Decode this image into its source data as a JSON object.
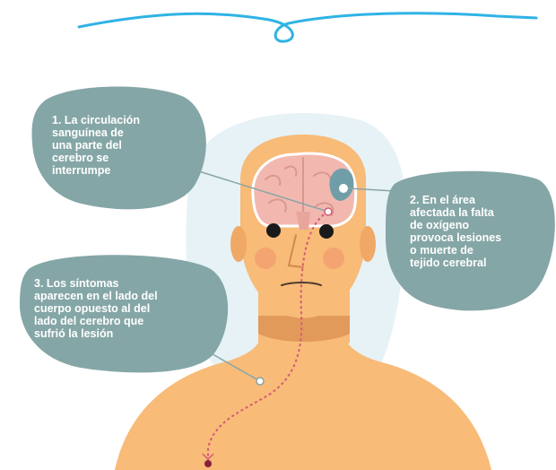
{
  "colors": {
    "swirl": "#2fb3e4",
    "callout_bg": "#85a6a6",
    "callout_text": "#ffffff",
    "skin": "#f8bb78",
    "skin_shadow": "#e29a5a",
    "brain": "#f2b8b0",
    "background_halo": "#e6f2f6",
    "blood_path": "#d45b76",
    "lesion": "#6f9ea8"
  },
  "callouts": [
    {
      "number": "1.",
      "text": "1. La circulación\nsanguínea de\nuna parte del\ncerebro se\ninterrumpe"
    },
    {
      "number": "2.",
      "text": "2. En el área\nafectada la falta\nde oxígeno\nprovoca lesiones\no muerte de\ntejido cerebral"
    },
    {
      "number": "3.",
      "text": "3. Los síntomas\naparecen en el lado del\ncuerpo opuesto al del\nlado del cerebro que\nsufrió la lesión"
    }
  ],
  "icons": {
    "decoration": "swirl-divider",
    "figure": "human-head-with-brain"
  }
}
